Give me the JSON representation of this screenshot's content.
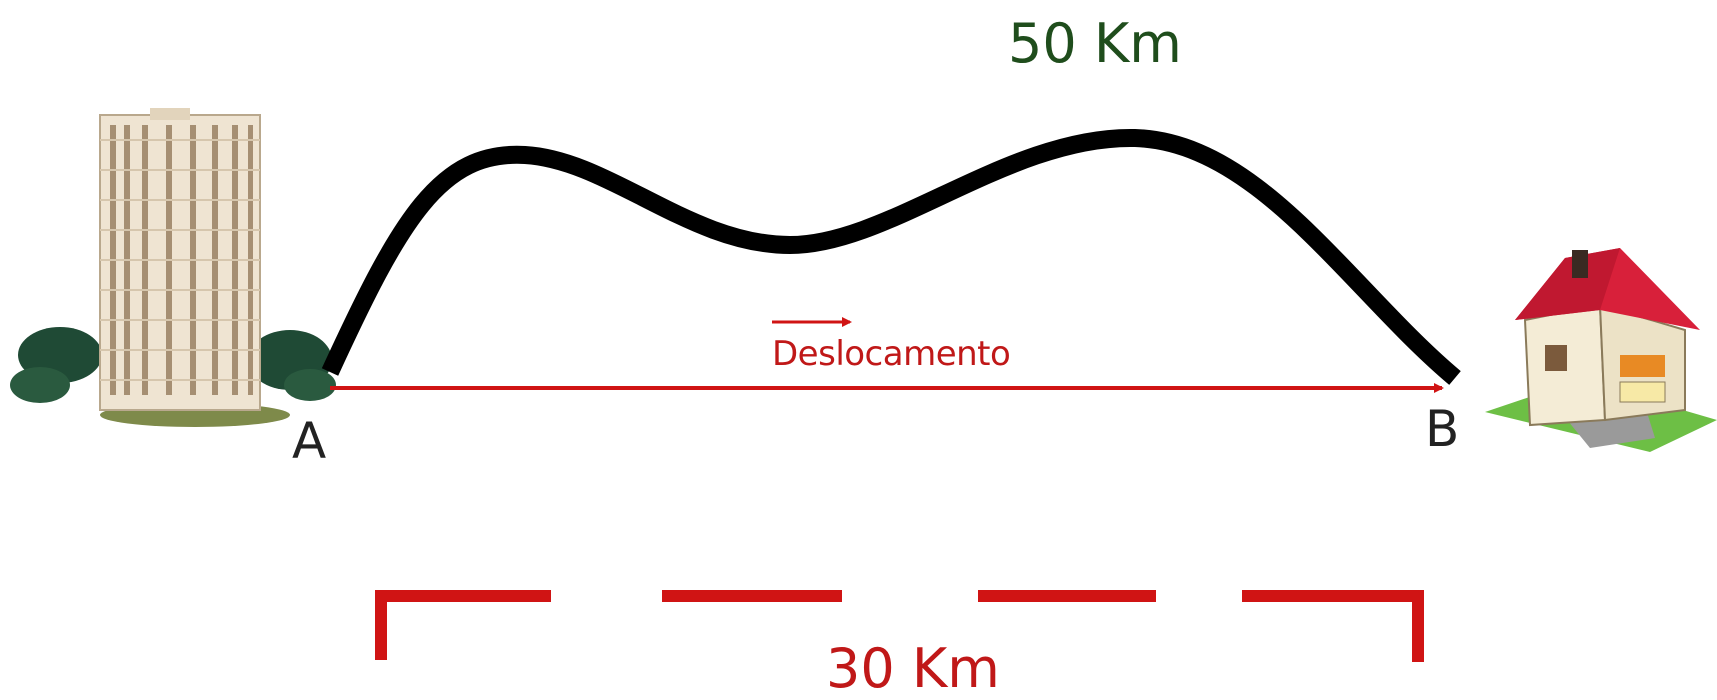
{
  "diagram": {
    "path_distance": "50 Km",
    "displacement_label": "Deslocamento",
    "point_a": "A",
    "point_b": "B",
    "straight_distance": "30 Km"
  },
  "colors": {
    "path": "#000000",
    "displacement": "#d01414",
    "path_label": "#1f4d1c",
    "dimension_line": "#d01414"
  },
  "icons": [
    "apartment-building-icon",
    "house-icon"
  ]
}
